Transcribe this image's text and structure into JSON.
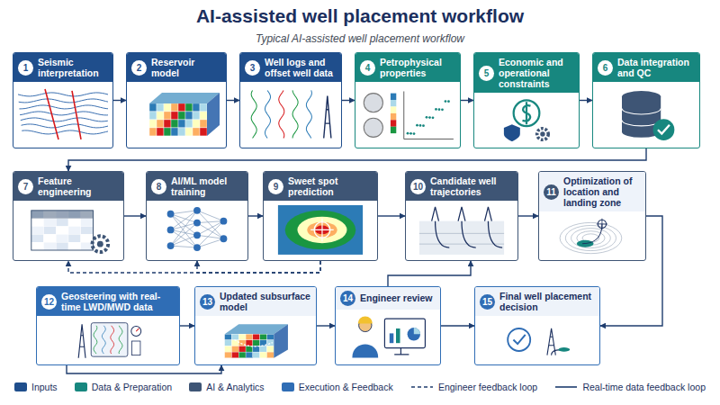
{
  "diagram": {
    "title": "AI-assisted well placement workflow",
    "caption": "Typical AI-assisted well placement workflow",
    "nodes": [
      {
        "text": [
          "1",
          "Seismic interpretation"
        ]
      },
      {
        "text": [
          "2",
          "Reservoir model"
        ]
      },
      {
        "text": [
          "3",
          "Well logs and offset well data"
        ]
      },
      {
        "text": [
          "4",
          "Petrophysical properties"
        ]
      },
      {
        "text": [
          "5",
          "Economic and operational constraints"
        ]
      },
      {
        "text": [
          "6",
          "Data integration and QC"
        ]
      },
      {
        "text": [
          "7",
          "Feature engineering"
        ]
      },
      {
        "text": [
          "8",
          "AI/ML model training"
        ]
      },
      {
        "text": [
          "9",
          "Sweet spot prediction"
        ]
      },
      {
        "text": [
          "10",
          "Candidate well trajectories"
        ]
      },
      {
        "text": [
          "11",
          "Optimization of location and landing zone"
        ]
      },
      {
        "text": [
          "12",
          "Geosteering with real-time LWD/MWD data"
        ]
      },
      {
        "text": [
          "13",
          "Updated subsurface model"
        ]
      },
      {
        "text": [
          "14",
          "Engineer review"
        ]
      },
      {
        "text": [
          "15",
          "Final well placement decision"
        ]
      }
    ],
    "edges": [
      {
        "from": 0,
        "to": 1,
        "arrow": "to"
      },
      {
        "from": 1,
        "to": 2,
        "arrow": "to"
      },
      {
        "from": 2,
        "to": 3,
        "arrow": "to"
      },
      {
        "from": 3,
        "to": 4,
        "arrow": "to"
      },
      {
        "from": 4,
        "to": 5,
        "arrow": "to"
      },
      {
        "from": 5,
        "to": 6,
        "arrow": "to"
      },
      {
        "from": 6,
        "to": 7,
        "arrow": "to"
      },
      {
        "from": 7,
        "to": 8,
        "arrow": "to"
      },
      {
        "from": 8,
        "to": 9,
        "arrow": "to"
      },
      {
        "from": 9,
        "to": 10,
        "arrow": "to"
      },
      {
        "from": 10,
        "to": 14,
        "arrow": "to"
      },
      {
        "from": 8,
        "to": 6,
        "arrow": "to"
      },
      {
        "from": 8,
        "to": 7,
        "arrow": "to"
      },
      {
        "from": 11,
        "to": 12,
        "arrow": "to"
      },
      {
        "from": 11,
        "to": 12,
        "arrow": "to"
      },
      {
        "from": 12,
        "to": 13,
        "arrow": "to"
      },
      {
        "from": 13,
        "to": 9,
        "arrow": "to"
      },
      {
        "from": 13,
        "to": 14,
        "arrow": "to"
      }
    ],
    "legend": [
      {
        "text": "Inputs",
        "color": "#1f4e8c"
      },
      {
        "text": "Data & Preparation",
        "color": "#17877f"
      },
      {
        "text": "AI & Analytics",
        "color": "#3e5575"
      },
      {
        "text": "Execution & Feedback",
        "color": "#2f6db5"
      },
      {
        "text": "Engineer feedback loop"
      },
      {
        "text": "Real-time data feedback loop"
      }
    ]
  }
}
